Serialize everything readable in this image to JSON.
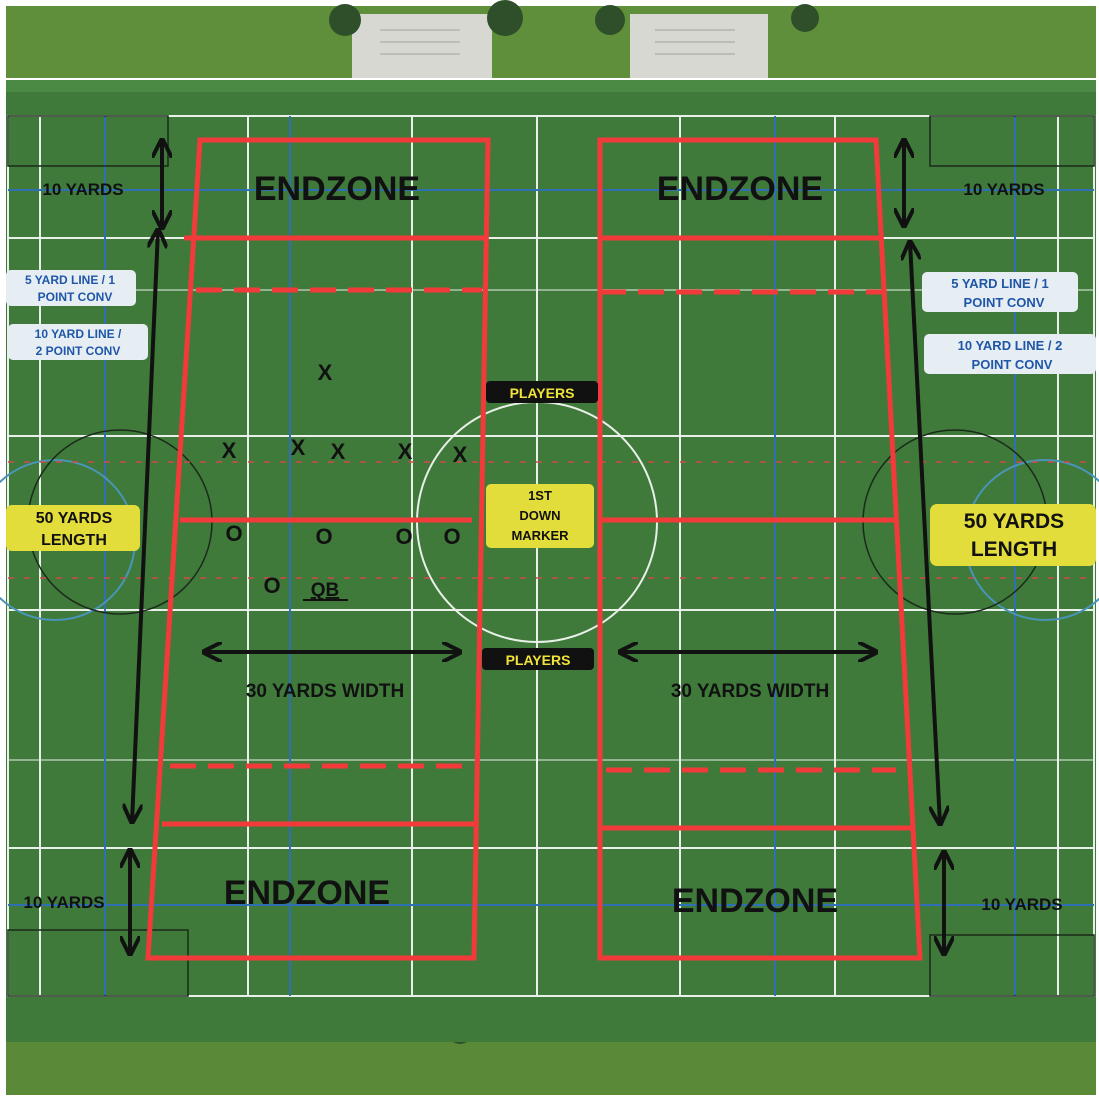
{
  "labels": {
    "endzone": "ENDZONE",
    "ten_yards": "10 YARDS",
    "five_yard_line_1": "5 YARD LINE / 1",
    "five_yard_line_2": "POINT CONV",
    "ten_yard_line_left_1": "10 YARD LINE /",
    "ten_yard_line_left_2": "2 POINT CONV",
    "ten_yard_line_right_1": "10 YARD LINE / 2",
    "ten_yard_line_right_2": "POINT CONV",
    "fifty_yards_1": "50 YARDS",
    "fifty_yards_2": "LENGTH",
    "thirty_yards": "30 YARDS WIDTH",
    "players": "PLAYERS",
    "first_down_1": "1ST",
    "first_down_2": "DOWN",
    "first_down_3": "MARKER",
    "qb": "QB",
    "defense_mark": "X",
    "offense_mark": "O"
  },
  "colors": {
    "turf": "#3f7a3a",
    "turf_dark": "#356b31",
    "grass": "#5f8f3a",
    "red_lines": "#f23a3a",
    "white_lines": "#e9f0ea",
    "blue_lines": "#2f6fb4",
    "tag_white_bg": "#e6eef4",
    "tag_blue_text": "#1f56a8",
    "tag_yellow_bg": "#e3dd3c",
    "tag_black_bg": "#111111",
    "tag_yellow_text": "#f0e43a",
    "text_black": "#111111"
  }
}
